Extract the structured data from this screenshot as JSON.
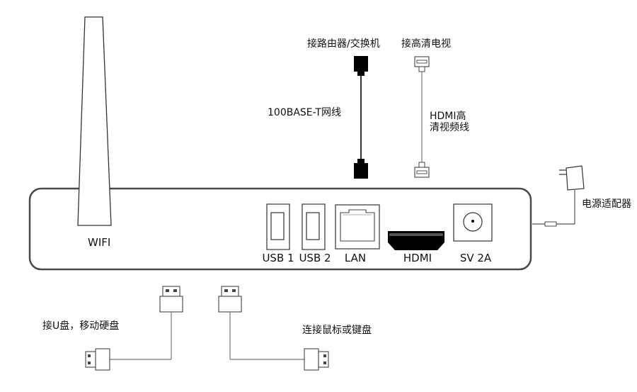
{
  "device": {
    "antenna_label": "WIFI",
    "ports": {
      "usb1": "USB 1",
      "usb2": "USB 2",
      "lan": "LAN",
      "hdmi": "HDMI",
      "power": "SV 2A"
    }
  },
  "connections": {
    "router": "接路由器/交换机",
    "ethernet_cable": "100BASE-T网线",
    "tv": "接高清电视",
    "hdmi_cable": "HDMI高清视频线",
    "power_adapter": "电源适配器",
    "usb_disk": "接U盘，移动硬盘",
    "mouse_keyboard": "连接鼠标或键盘"
  },
  "colors": {
    "outline": "#4a4a4a",
    "connector_black": "#000000",
    "line": "#777777"
  }
}
